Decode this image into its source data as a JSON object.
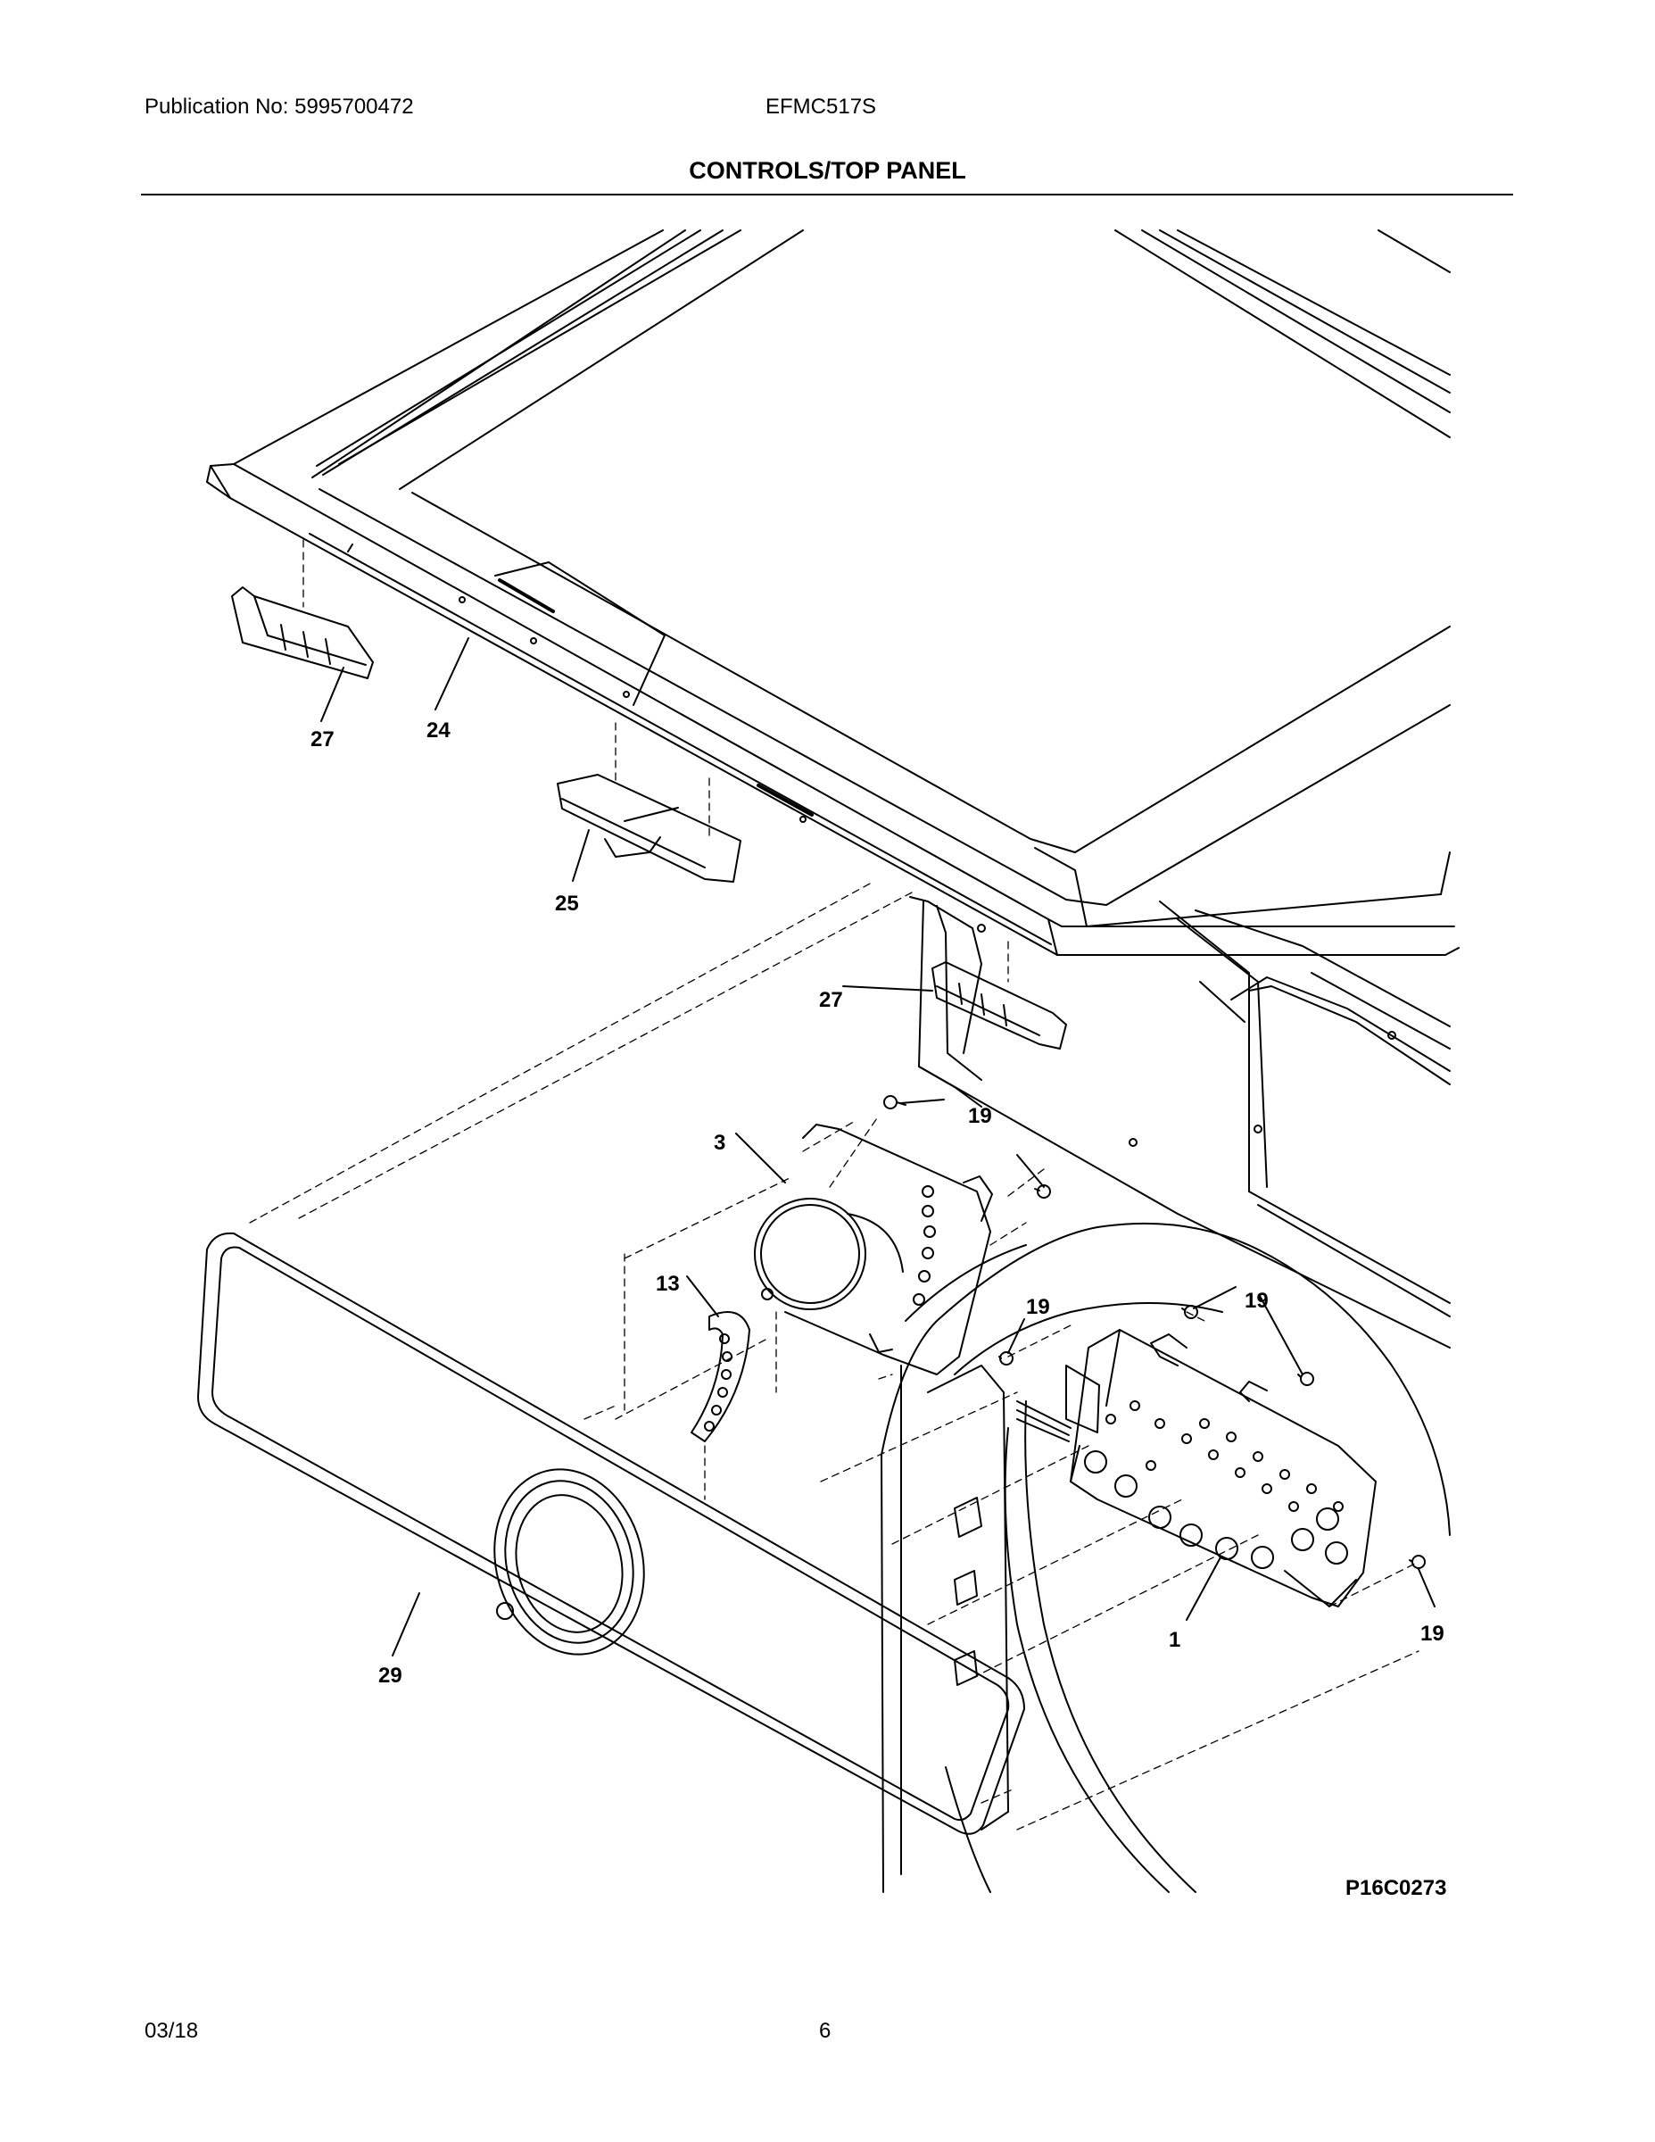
{
  "header": {
    "publication": "Publication No: 5995700472",
    "model": "EFMC517S",
    "section_title": "CONTROLS/TOP PANEL"
  },
  "diagram": {
    "figure_id": "P16C0273",
    "callouts": {
      "c1": "1",
      "c3": "3",
      "c13": "13",
      "c19a": "19",
      "c19b": "19",
      "c19c": "19",
      "c19d": "19",
      "c24": "24",
      "c25": "25",
      "c27a": "27",
      "c27b": "27",
      "c29": "29"
    }
  },
  "footer": {
    "date": "03/18",
    "page": "6"
  }
}
